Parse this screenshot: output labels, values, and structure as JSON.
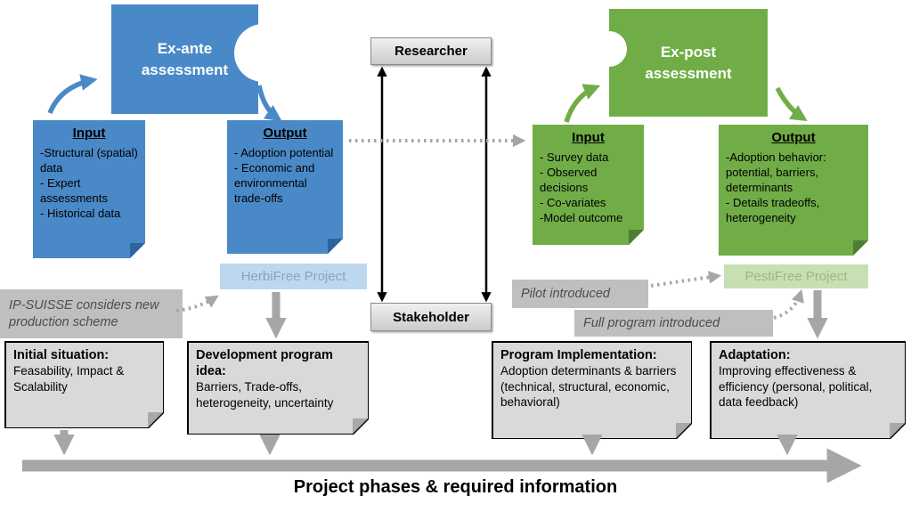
{
  "colors": {
    "blue": "#4A89C7",
    "green": "#70AD47",
    "light_blue": "#BDD7EE",
    "light_green": "#C6E0B4",
    "label_gray": "#BFBFBF",
    "note_gray": "#D9D9D9",
    "arrow_gray": "#A6A6A6"
  },
  "ex_ante": {
    "title": "Ex-ante assessment"
  },
  "ex_post": {
    "title": "Ex-post assessment"
  },
  "researcher": {
    "label": "Researcher"
  },
  "stakeholder": {
    "label": "Stakeholder"
  },
  "ante_input": {
    "title": "Input",
    "lines": [
      "-Structural (spatial) data",
      "- Expert assessments",
      "- Historical data"
    ]
  },
  "ante_output": {
    "title": "Output",
    "lines": [
      "- Adoption potential",
      "- Economic and environmental trade-offs"
    ]
  },
  "post_input": {
    "title": "Input",
    "lines": [
      "- Survey data",
      "- Observed decisions",
      "- Co-variates",
      "-Model outcome"
    ]
  },
  "post_output": {
    "title": "Output",
    "lines": [
      "-Adoption behavior: potential, barriers, determinants",
      "- Details tradeoffs, heterogeneity"
    ]
  },
  "herbifree": {
    "label": "HerbiFree Project"
  },
  "pestifree": {
    "label": "PestiFree Project"
  },
  "ip_suisse": {
    "label": "IP-SUISSE considers new production scheme"
  },
  "pilot": {
    "label": "Pilot introduced"
  },
  "full_program": {
    "label": "Full program introduced"
  },
  "phases": [
    {
      "title": "Initial situation:",
      "body": "Feasability, Impact & Scalability"
    },
    {
      "title": "Development program idea:",
      "body": "Barriers, Trade-offs, heterogeneity, uncertainty"
    },
    {
      "title": "Program Implementation:",
      "body": "Adoption determinants & barriers (technical, structural, economic, behavioral)"
    },
    {
      "title": "Adaptation:",
      "body": "Improving effectiveness & efficiency (personal, political, data feedback)"
    }
  ],
  "timeline": {
    "label": "Project phases & required information"
  }
}
